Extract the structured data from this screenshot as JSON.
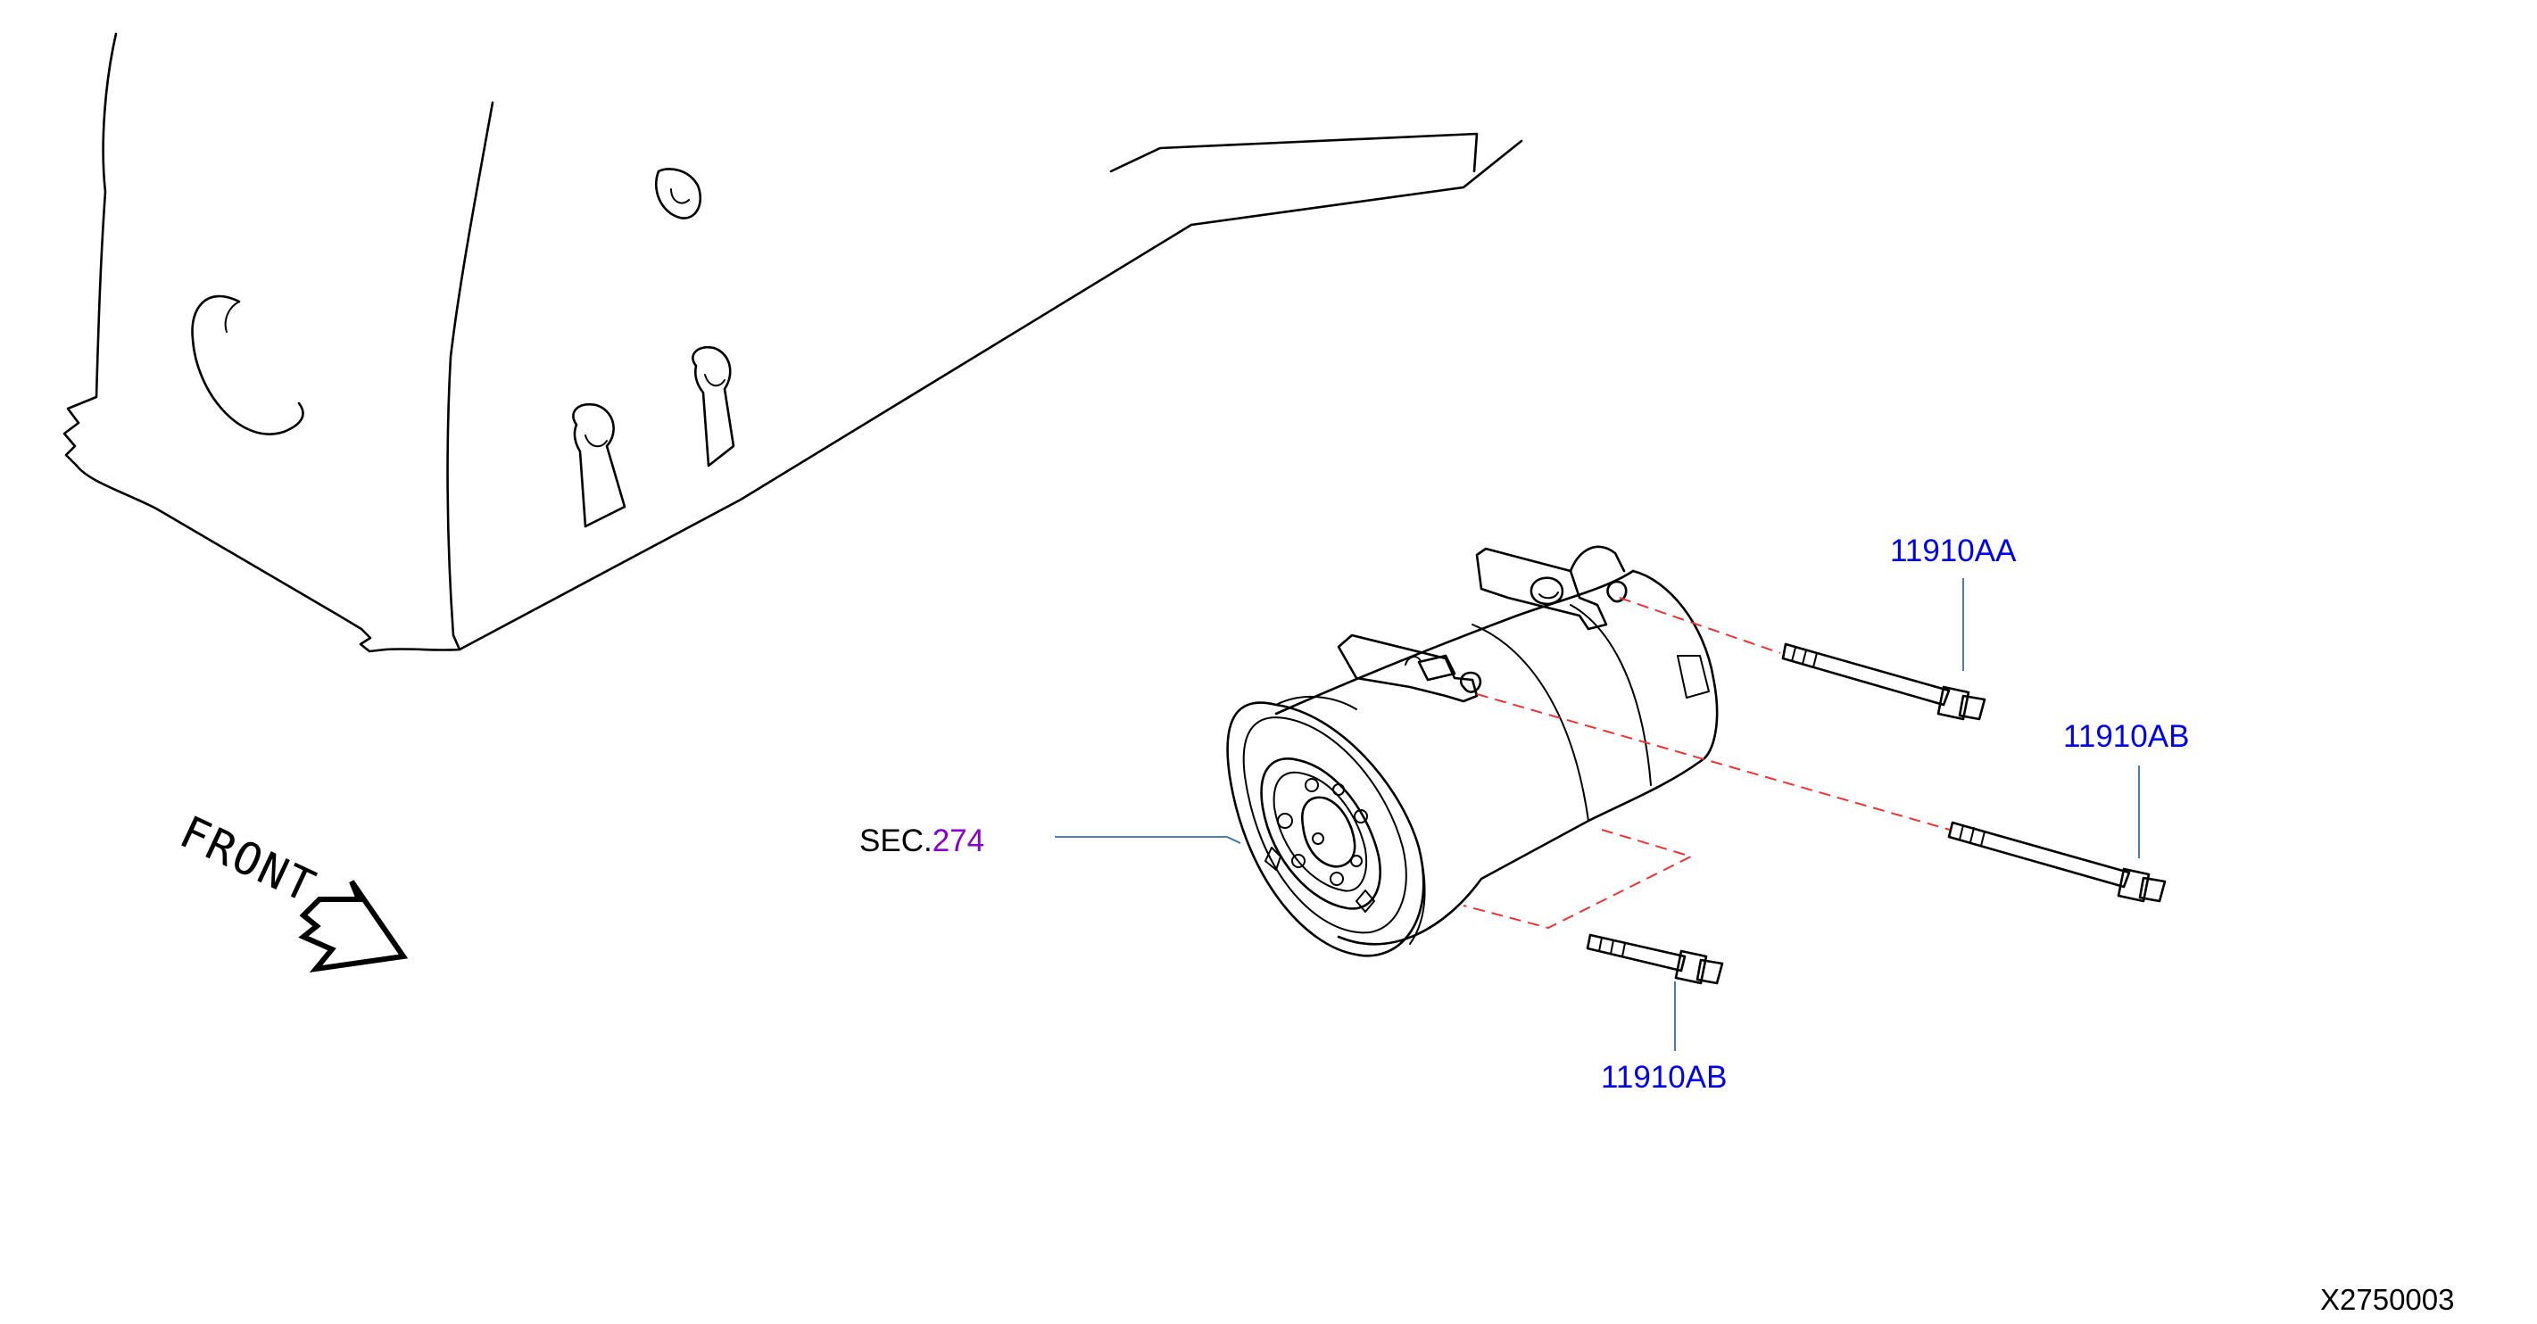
{
  "labels": {
    "part_bolt_upper": "11910AA",
    "part_bolt_middle": "11910AB",
    "part_bolt_lower": "11910AB",
    "section_prefix": "SEC.",
    "section_number": "274",
    "front_text": "FRONT",
    "figure_id": "X2750003"
  },
  "colors": {
    "part_label": "#0000ee",
    "section_number": "#8800cc",
    "text": "#000000",
    "leader_line": "#3a6ea5",
    "dashed_guide": "#ee3333",
    "line_art": "#000000"
  }
}
